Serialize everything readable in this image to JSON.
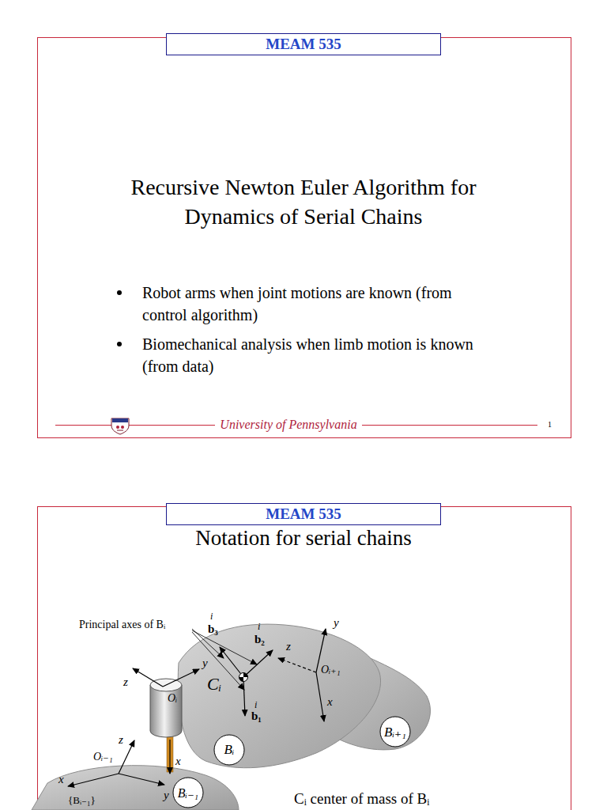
{
  "diagram": {
    "title": "Recursive Newton Euler Algorithm for Dynamics of Serial Chains",
    "nodes": [
      {
        "text": [
          "MEAM 535"
        ]
      },
      {
        "text": [
          "MEAM 535"
        ]
      },
      {
        "text": [
          "Bᵢ₊₁"
        ]
      },
      {
        "text": [
          "Bᵢ"
        ]
      },
      {
        "text": [
          "Bᵢ₋₁"
        ]
      }
    ],
    "labels": [
      "Robot arms when joint motions are known (from control algorithm)",
      "Biomechanical analysis when limb motion is known (from data)",
      "University of Pennsylvania",
      "1",
      "Notation for serial chains",
      "Principal axes of Bᵢ",
      "i",
      "b₃",
      "i",
      "b₂",
      "i",
      "b₁",
      "Cᵢ",
      "y",
      "z",
      "Oᵢ₊₁",
      "x",
      "y",
      "z",
      "Oᵢ",
      "x",
      "z",
      "Oᵢ₋₁",
      "x",
      "y",
      "{Bᵢ₋₁}",
      "Cᵢ center of mass of Bᵢ"
    ]
  }
}
